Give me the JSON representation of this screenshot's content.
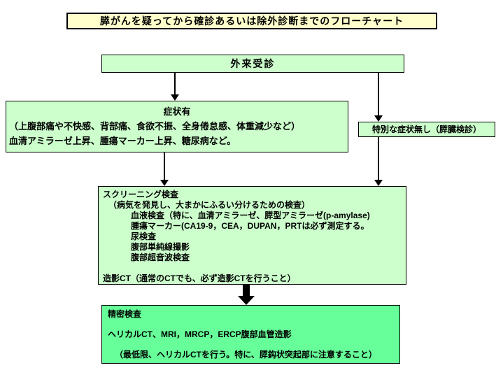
{
  "title": "膵がんを疑ってから確診あるいは除外診断までのフローチャート",
  "nodes": {
    "outpatient": "外来受診",
    "symptoms": {
      "line1": "症状有",
      "line2": "（上腹部痛や不快感、背部痛、食欲不振、全身倦怠感、体重減少など）",
      "line3": "血清アミラーゼ上昇、腫瘍マーカー上昇、糖尿病など。"
    },
    "no_symptoms": "特別な症状無し（膵臓検診）",
    "screening": {
      "line1": "スクリーニング検査",
      "line2": "（病気を発見し、大まかにふるい分けるための検査）",
      "line3": "血液検査（特に、血清アミラーゼ、膵型アミラーゼ(p-amylase)",
      "line4": "腫瘍マーカー(CA19-9，CEA，DUPAN，PRTは必ず測定する。",
      "line5": "尿検査",
      "line6": "腹部単純線撮影",
      "line7": "腹部超音波検査",
      "line8": "造影CT（通常のCTでも、必ず造影CTを行うこと）"
    },
    "detailed": {
      "line1": "精密検査",
      "line2": "ヘリカルCT、MRI，MRCP，ERCP腹部血管造影",
      "line3": "（最低限、ヘリカルCTを行う。特に、膵鈎状突起部に注意すること）"
    }
  },
  "colors": {
    "title_bg": "#ffffcc",
    "pale_green": "#ccffcc",
    "bright_green": "#66ff99",
    "arrow": "#000000"
  }
}
